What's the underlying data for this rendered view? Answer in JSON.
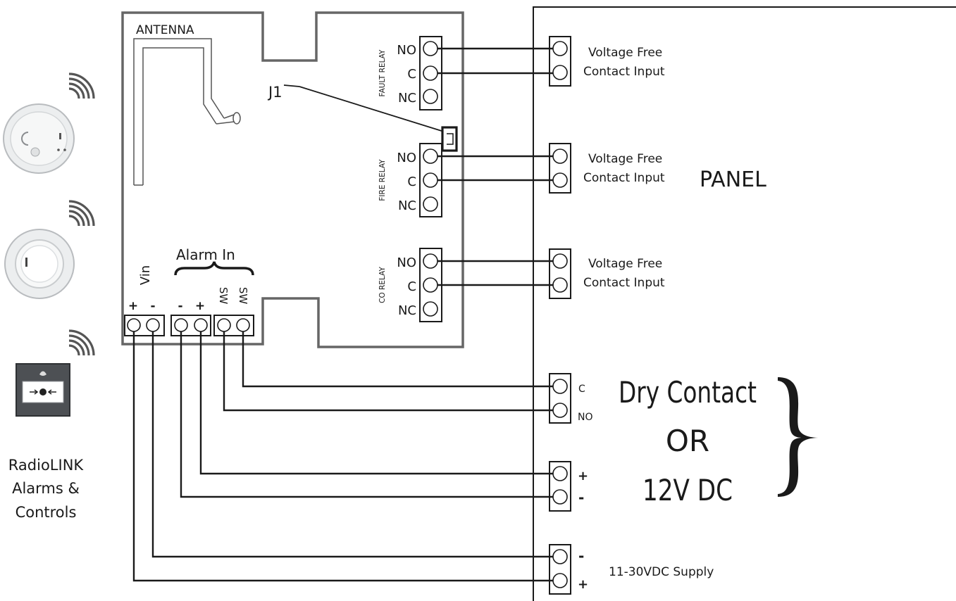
{
  "pcb": {
    "antenna_label": "ANTENNA",
    "jumper_label": "J1",
    "relays": [
      {
        "name": "FAULT RELAY",
        "terminals": [
          "NO",
          "C",
          "NC"
        ]
      },
      {
        "name": "FIRE RELAY",
        "terminals": [
          "NO",
          "C",
          "NC"
        ]
      },
      {
        "name": "CO RELAY",
        "terminals": [
          "NO",
          "C",
          "NC"
        ]
      }
    ],
    "alarm_in_label": "Alarm In",
    "vin_label": "Vin",
    "bottom_terminals": [
      "+",
      "-",
      "-",
      "+",
      "SW",
      "SW"
    ]
  },
  "panel": {
    "title": "PANEL",
    "relay_inputs": [
      {
        "line1": "Voltage Free",
        "line2": "Contact Input"
      },
      {
        "line1": "Voltage Free",
        "line2": "Contact Input"
      },
      {
        "line1": "Voltage Free",
        "line2": "Contact Input"
      }
    ],
    "dry_contact_terminals": [
      "C",
      "NO"
    ],
    "dc_terminals": [
      "+",
      "-"
    ],
    "supply_terminals": [
      "-",
      "+"
    ],
    "input_option_line1": "Dry Contact",
    "input_option_line2": "OR",
    "input_option_line3": "12V DC",
    "supply_label": "11-30VDC Supply"
  },
  "devices": {
    "caption_line1": "RadioLINK",
    "caption_line2": "Alarms &",
    "caption_line3": "Controls",
    "items": [
      {
        "icon": "smoke-alarm-icon"
      },
      {
        "icon": "heat-alarm-icon"
      },
      {
        "icon": "call-point-icon"
      }
    ]
  }
}
